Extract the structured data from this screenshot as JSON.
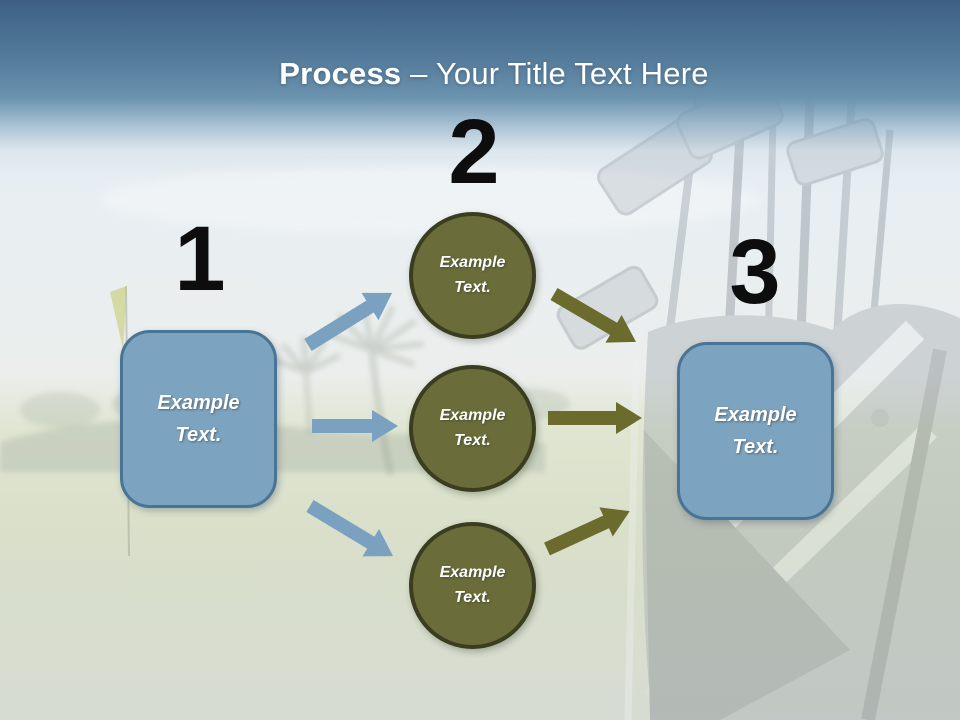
{
  "title": {
    "bold": "Process",
    "rest": "– Your Title Text Here"
  },
  "steps": [
    {
      "number": "1",
      "label": "Example Text."
    },
    {
      "number": "2",
      "circle_labels": [
        "Example Text.",
        "Example Text.",
        "Example Text."
      ]
    },
    {
      "number": "3",
      "label": "Example Text."
    }
  ],
  "icons": {
    "blue_arrows": [
      "arrow-up-right-icon",
      "arrow-right-icon",
      "arrow-down-right-icon"
    ],
    "olive_arrows": [
      "arrow-down-right-icon",
      "arrow-right-icon",
      "arrow-up-right-icon"
    ],
    "background": [
      "golf-course-photo",
      "golf-flag-icon",
      "palm-tree-icon",
      "golf-bag-clubs-photo"
    ]
  },
  "colors": {
    "band_top": "#3D6084",
    "band_mid": "#587F9E",
    "box_fill": "#7CA4C0",
    "box_border": "#4A7495",
    "circle_fill": "#6A6D39",
    "circle_border": "#3B3D20",
    "arrow_blue": "#7AA1BF",
    "arrow_olive": "#6A6B2D",
    "title_text": "#FFFFFF",
    "number_text": "#0D0D0D",
    "shape_label_text": "#FFFFFF"
  }
}
